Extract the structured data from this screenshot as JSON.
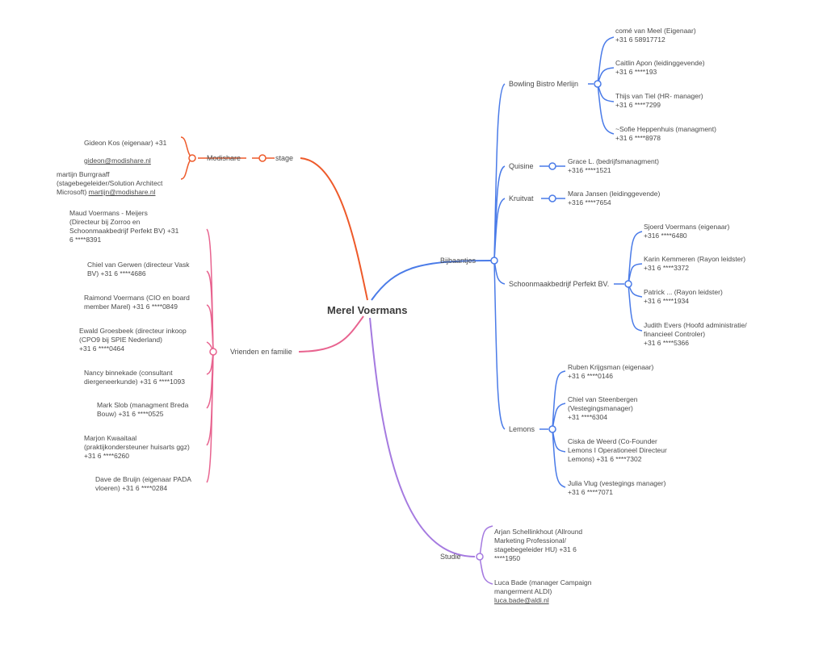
{
  "root": "Merel Voermans",
  "colors": {
    "modishare": "#ee5a2a",
    "friends": "#e8638f",
    "jobs": "#4a7be8",
    "study": "#a57ae0"
  },
  "left": {
    "modishare": {
      "label": "Modishare",
      "stage_label": "stage",
      "contacts": [
        {
          "line1": "Gideon Kos (eigenaar)  +31",
          "email": "gideon@modishare.nl"
        },
        {
          "line1": "martijn Burrgraaff\n(stagebegeleider/Solution Architect\nMicrosoft) ",
          "email": "martijn@modishare.nl"
        }
      ]
    },
    "friends": {
      "label": "Vrienden en familie",
      "contacts": [
        "Maud Voermans - Meijers\n(Directeur bij Zorroo en\nSchoonmaakbedrijf Perfekt BV) +31\n6 ****8391",
        "Chiel van Gerwen (directeur Vask\nBV) +31 6 ****4686",
        "Raimond Voermans (CIO en board\nmember Marel) +31 6 ****0849",
        "Ewald Groesbeek (directeur inkoop\n(CPO9 bij SPIE Nederland)\n        +31 6 ****0464",
        "Nancy binnekade (consultant\ndiergeneerkunde) +31 6 ****1093",
        "Mark Slob (managment Breda\nBouw) +31 6 ****0525",
        "Marjon Kwaaitaal\n(praktijkondersteuner huisarts ggz)\n+31 6 ****6260",
        "Dave de Bruijn (eigenaar PADA\nvloeren) +31 6 ****0284"
      ]
    }
  },
  "right": {
    "jobs": {
      "label": "Bijbaantjes",
      "groups": [
        {
          "label": "Bowling Bistro Merlijn",
          "contacts": [
            "comé van Meel (Eigenaar)\n          +31 6 58917712",
            "Caitlin Apon (leidinggevende)\n     +31 6 ****193",
            "Thijs van Tiel (HR- manager)\n       +31 6 ****7299",
            "~Sofie Heppenhuis (managment)\n+31 6 ****8978"
          ]
        },
        {
          "label": "Quisine",
          "contacts": [
            "Grace L. (bedrijfsmanagment)\n       +316 ****1521"
          ]
        },
        {
          "label": "Kruitvat",
          "contacts": [
            "Mara Jansen (leidinggevende)\n+316 ****7654"
          ]
        },
        {
          "label": "Schoonmaakbedrijf Perfekt BV.",
          "contacts": [
            "Sjoerd Voermans (eigenaar)\n       +316 ****6480",
            "Karin Kemmeren (Rayon leidster)\n+31 6 ****3372",
            "Patrick ...  (Rayon leidster)\n              +31 6 ****1934",
            "Judith Evers (Hoofd administratie/\nfinancieel Controler)\n                    +31 6 ****5366"
          ]
        },
        {
          "label": "Lemons",
          "contacts": [
            "Ruben Krijgsman (eigenaar)\n       +31 6 ****0146",
            "Chiel van Steenbergen\n(Vestegingsmanager)\n                  +31 ****6304",
            "Ciska de Weerd (Co-Founder\nLemons I Operationeel Directeur\nLemons) +31 6 ****7302",
            "Julia Vlug (vestegings manager)\n+31 6 ****7071"
          ]
        }
      ]
    },
    "study": {
      "label": "Studie",
      "contacts": [
        {
          "line1": "Arjan Schellinkhout (Allround\nMarketing Professional/\nstagebegeleider HU) +31 6\n****1950",
          "email": ""
        },
        {
          "line1": "Luca Bade (manager Campaign\nmangerment ALDI)\n",
          "email": "luca.bade@aldi.nl"
        }
      ]
    }
  }
}
